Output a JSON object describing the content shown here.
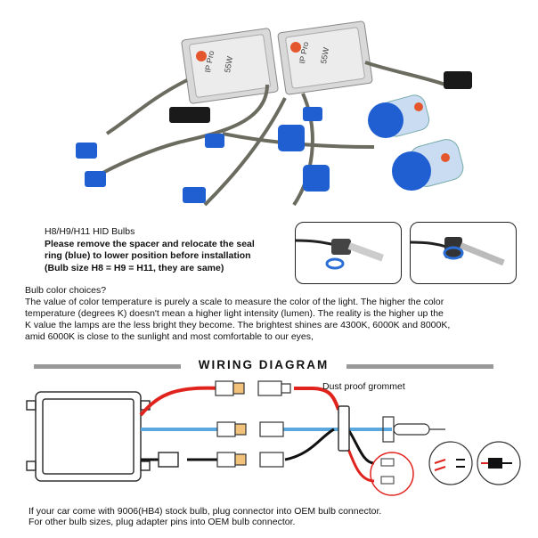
{
  "bulb_section": {
    "line1": "H8/H9/H11 HID Bulbs",
    "line2": "Please remove the spacer and relocate the seal",
    "line3": "ring (blue) to lower position before installation",
    "line4": "(Bulb size H8 = H9 = H11, they are same)"
  },
  "color_section": {
    "heading": "Bulb color choices?",
    "line1": "The value of color temperature is purely a scale to measure the color of the light. The higher the color",
    "line2": "temperature (degrees K) doesn't mean a higher light intensity (lumen). The reality is the higher up the",
    "line3": "K value the lamps are the less bright they become. The brightest shines are 4300K, 6000K and 8000K,",
    "line4": "amid 6000K is close to the sunlight and most comfortable to our eyes,"
  },
  "diagram": {
    "title": "WIRING DIAGRAM",
    "grommet_label": "Dust proof grommet"
  },
  "product": {
    "logo_text": "IP Pro",
    "wattage": "55W"
  },
  "footer": {
    "line1": "If your car come with 9006(HB4) stock bulb, plug connector into OEM bulb connector.",
    "line2": "For other bulb sizes, plug adapter pins into OEM bulb connector."
  },
  "colors": {
    "wire_red": "#e0231c",
    "wire_blue": "#5aa8dd",
    "wire_black": "#111111",
    "connector_blue": "#1f5fd1",
    "bar_gray": "#999999"
  }
}
